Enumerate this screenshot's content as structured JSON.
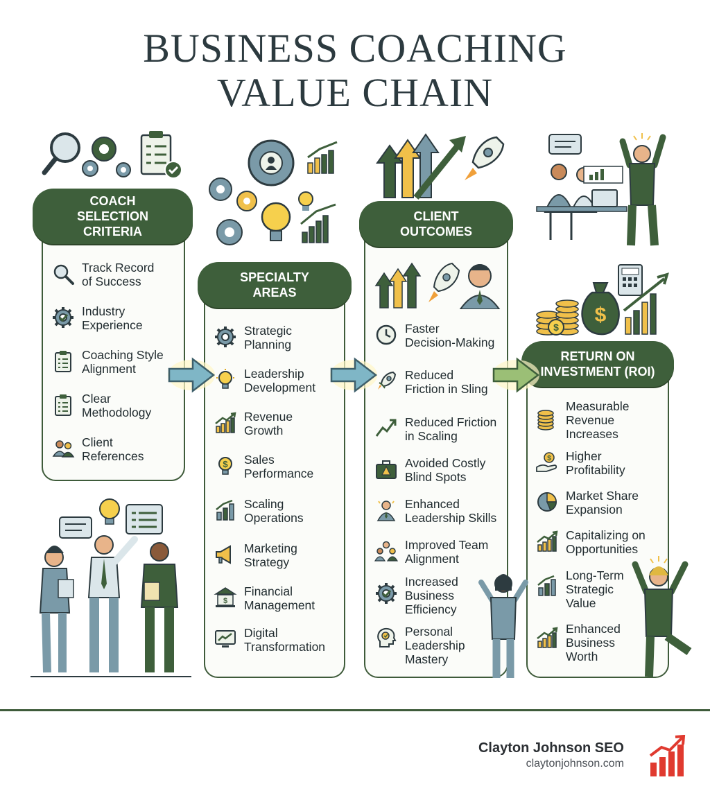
{
  "title": {
    "line1": "BUSINESS COACHING",
    "line2": "VALUE CHAIN"
  },
  "columns": [
    {
      "heading": [
        "COACH",
        "SELECTION",
        "CRITERIA"
      ],
      "items": [
        {
          "icon": "magnifier-icon",
          "lines": [
            "Track Record",
            "of Success"
          ]
        },
        {
          "icon": "gear-check-icon",
          "lines": [
            "Industry",
            "Experience"
          ]
        },
        {
          "icon": "clipboard-icon",
          "lines": [
            "Coaching Style",
            "Alignment"
          ]
        },
        {
          "icon": "checklist-icon",
          "lines": [
            "Clear",
            "Methodology"
          ]
        },
        {
          "icon": "people-icon",
          "lines": [
            "Client",
            "References"
          ]
        }
      ]
    },
    {
      "heading": [
        "SPECIALTY",
        "AREAS"
      ],
      "items": [
        {
          "icon": "gear-icon",
          "lines": [
            "Strategic",
            "Planning"
          ]
        },
        {
          "icon": "lightbulb-icon",
          "lines": [
            "Leadership",
            "Development"
          ]
        },
        {
          "icon": "growth-chart-icon",
          "lines": [
            "Revenue",
            "Growth"
          ]
        },
        {
          "icon": "dollar-bulb-icon",
          "lines": [
            "Sales",
            "Performance"
          ]
        },
        {
          "icon": "bar-chart-icon",
          "lines": [
            "Scaling",
            "Operations"
          ]
        },
        {
          "icon": "megaphone-icon",
          "lines": [
            "Marketing",
            "Strategy"
          ]
        },
        {
          "icon": "bank-icon",
          "lines": [
            "Financial",
            "Management"
          ]
        },
        {
          "icon": "monitor-chart-icon",
          "lines": [
            "Digital",
            "Transformation"
          ]
        }
      ]
    },
    {
      "heading": [
        "CLIENT",
        "OUTCOMES"
      ],
      "items": [
        {
          "icon": "clock-icon",
          "lines": [
            "Faster",
            "Decision-Making"
          ]
        },
        {
          "icon": "rocket-icon",
          "lines": [
            "Reduced",
            "Friction in Sling"
          ]
        },
        {
          "icon": "trend-arrow-icon",
          "lines": [
            "Reduced Friction",
            "in Scaling"
          ]
        },
        {
          "icon": "briefcase-warning-icon",
          "lines": [
            "Avoided Costly",
            "Blind Spots"
          ]
        },
        {
          "icon": "leader-icon",
          "lines": [
            "Enhanced",
            "Leadership Skills"
          ]
        },
        {
          "icon": "team-icon",
          "lines": [
            "Improved Team",
            "Alignment"
          ]
        },
        {
          "icon": "gear-check-icon",
          "lines": [
            "Increased",
            "Business",
            "Efficiency"
          ]
        },
        {
          "icon": "head-brain-icon",
          "lines": [
            "Personal",
            "Leadership",
            "Mastery"
          ]
        }
      ]
    },
    {
      "heading": [
        "RETURN ON",
        "INVESTMENT (ROI)"
      ],
      "items": [
        {
          "icon": "coin-stack-icon",
          "lines": [
            "Measurable",
            "Revenue",
            "Increases"
          ]
        },
        {
          "icon": "hand-coin-icon",
          "lines": [
            "Higher",
            "Profitability"
          ]
        },
        {
          "icon": "pie-chart-icon",
          "lines": [
            "Market Share",
            "Expansion"
          ]
        },
        {
          "icon": "growth-chart-icon",
          "lines": [
            "Capitalizing on",
            "Opportunities"
          ]
        },
        {
          "icon": "bar-chart-icon",
          "lines": [
            "Long-Term",
            "Strategic",
            "Value"
          ]
        },
        {
          "icon": "growth-chart-icon",
          "lines": [
            "Enhanced",
            "Business",
            "Worth"
          ]
        }
      ]
    }
  ],
  "brand": {
    "name": "Clayton Johnson SEO",
    "url": "claytonjohnson.com"
  },
  "colors": {
    "accent_green": "#3e5f3b",
    "text": "#1f2a2e",
    "logo_red": "#e03a2f"
  }
}
